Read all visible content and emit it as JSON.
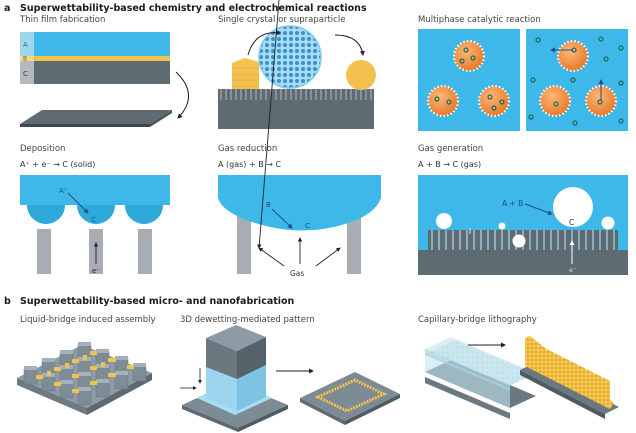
{
  "section_a": {
    "letter": "a",
    "title": "Superwettability-based chemistry and electrochemical reactions",
    "panels": {
      "thin_film": {
        "title": "Thin film fabrication",
        "layers": [
          "A",
          "B",
          "C"
        ]
      },
      "single_crystal": {
        "title": "Single crystal or supraparticle"
      },
      "multiphase": {
        "title": "Multiphase catalytic reaction"
      },
      "deposition": {
        "title": "Deposition",
        "equation": "A⁺ + e⁻ → C (solid)",
        "label_a": "A⁺",
        "label_c": "C",
        "label_e": "e⁻"
      },
      "gas_reduction": {
        "title": "Gas reduction",
        "equation": "A (gas) + B → C",
        "label_b": "B",
        "label_c": "C",
        "label_gas": "Gas"
      },
      "gas_generation": {
        "title": "Gas generation",
        "equation": "A + B → C (gas)",
        "label_ab": "A + B",
        "label_c": "C",
        "label_e": "e⁻"
      }
    }
  },
  "section_b": {
    "letter": "b",
    "title": "Superwettability-based micro- and nanofabrication",
    "panels": {
      "liquid_bridge": {
        "title": "Liquid-bridge induced assembly"
      },
      "dewetting": {
        "title": "3D dewetting-mediated pattern"
      },
      "capillary": {
        "title": "Capillary-bridge lithography"
      }
    }
  },
  "colors": {
    "liquid_blue": "#3db8e8",
    "light_blue": "#a8dcf2",
    "gold": "#f2c14e",
    "slate": "#5f6b73",
    "gray": "#a7adb2",
    "orange": "#ee8a3c",
    "arrow": "#222222",
    "dark_blue_arrow": "#1f4f8a"
  }
}
